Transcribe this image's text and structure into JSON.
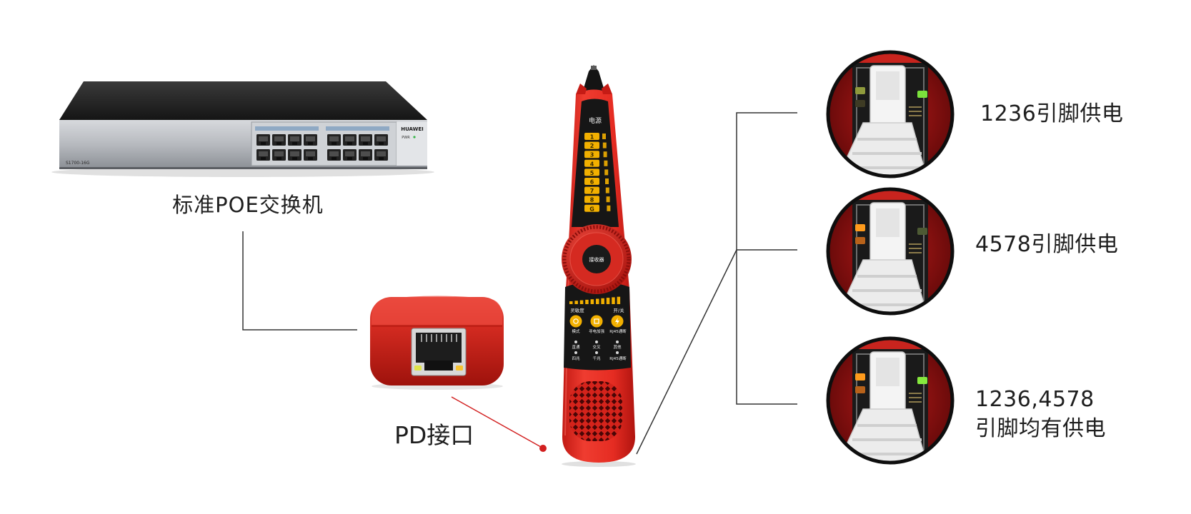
{
  "switch": {
    "label": "标准POE交换机",
    "brand": "HUAWEI",
    "pwr": "PWR",
    "model": "S1700-16G"
  },
  "pd": {
    "label": "PD接口"
  },
  "tester": {
    "power_label": "电源",
    "leds": [
      "1",
      "2",
      "3",
      "4",
      "5",
      "6",
      "7",
      "8",
      "G"
    ],
    "receiver_label": "接收器",
    "sensitivity_label": "灵敏度",
    "power_switch_label": "开/关",
    "buttons": [
      "模式",
      "寻电加强",
      "RJ45通断"
    ],
    "modes_row1": [
      "直通",
      "交叉",
      "其他"
    ],
    "modes_row2": [
      "四兆",
      "千兆",
      "RJ45通断"
    ]
  },
  "results": [
    {
      "text": "1236引脚供电",
      "led_left": "#8f9a3c",
      "led_left2": "#3e3b24",
      "led_right": "#7be23c"
    },
    {
      "text": "4578引脚供电",
      "led_left": "#ff9b1c",
      "led_left2": "#b8621a",
      "led_right": "#4d5a34"
    },
    {
      "text_line1": "1236,4578",
      "text_line2": "引脚均有供电",
      "led_left": "#ff9b1c",
      "led_left2": "#b8621a",
      "led_right": "#86e83e"
    }
  ],
  "colors": {
    "line": "#333333",
    "pointer_red": "#d21f1f",
    "button_yellow": "#f2b000",
    "tester_red": "#e12c22"
  }
}
